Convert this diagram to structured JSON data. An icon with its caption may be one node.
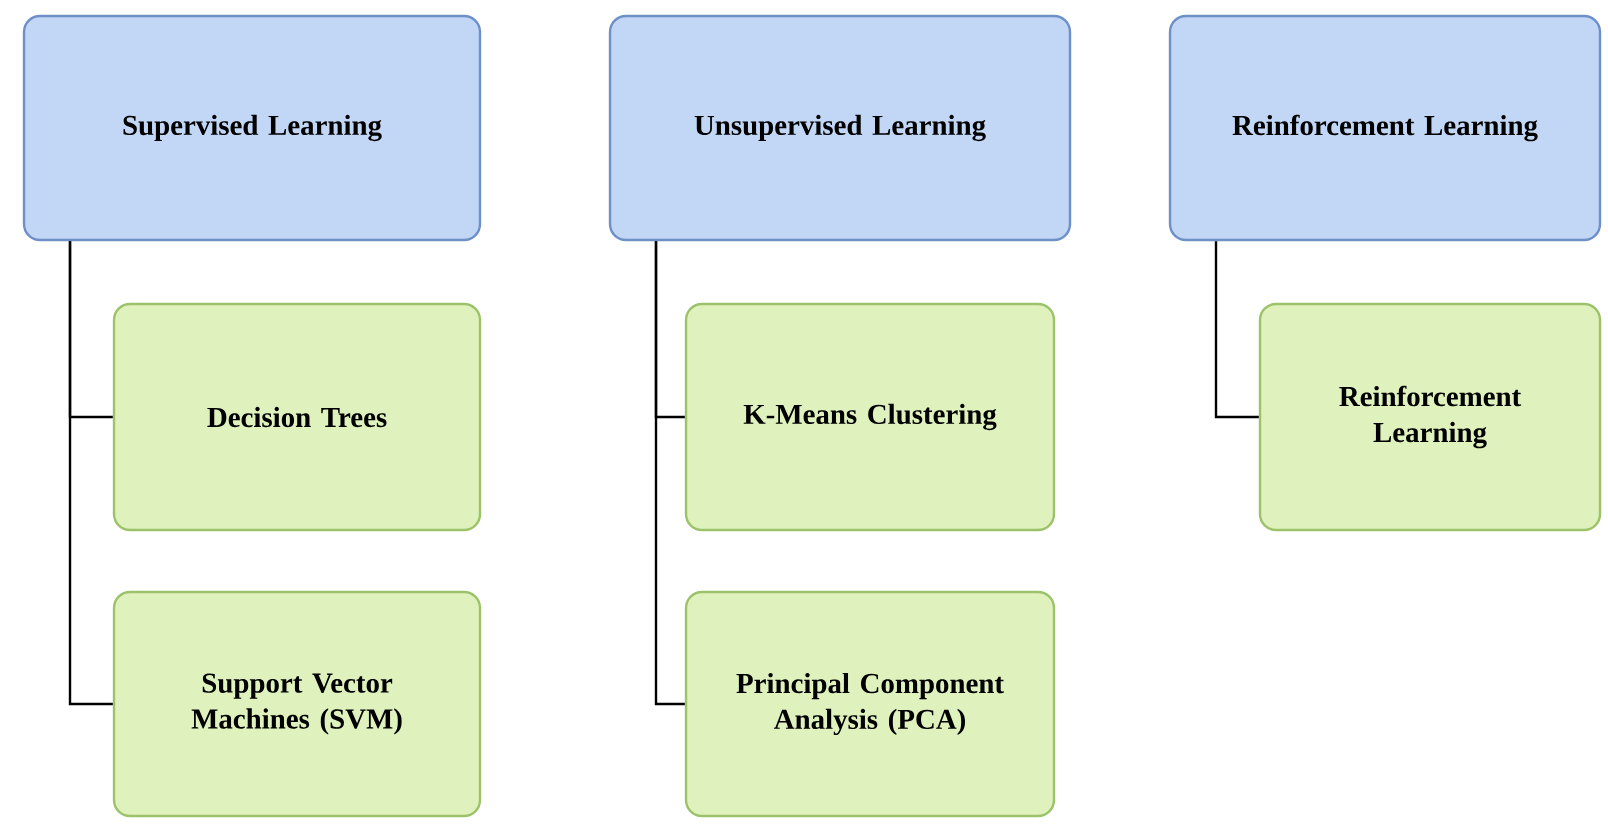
{
  "diagram": {
    "nodes": [
      {
        "text": [
          "Supervised Learning"
        ]
      },
      {
        "text": [
          "Decision Trees"
        ]
      },
      {
        "text": [
          "Support Vector Machines (SVM)"
        ]
      },
      {
        "text": [
          "Unsupervised Learning"
        ]
      },
      {
        "text": [
          "K-Means Clustering"
        ]
      },
      {
        "text": [
          "Principal Component Analysis (PCA)"
        ]
      },
      {
        "text": [
          "Reinforcement Learning"
        ]
      },
      {
        "text": [
          "Reinforcement Learning"
        ]
      }
    ],
    "edges": [
      {
        "from": 0,
        "to": 1,
        "arrow": "none"
      },
      {
        "from": 0,
        "to": 2,
        "arrow": "none"
      },
      {
        "from": 3,
        "to": 4,
        "arrow": "none"
      },
      {
        "from": 3,
        "to": 5,
        "arrow": "none"
      },
      {
        "from": 6,
        "to": 7,
        "arrow": "none"
      }
    ]
  }
}
